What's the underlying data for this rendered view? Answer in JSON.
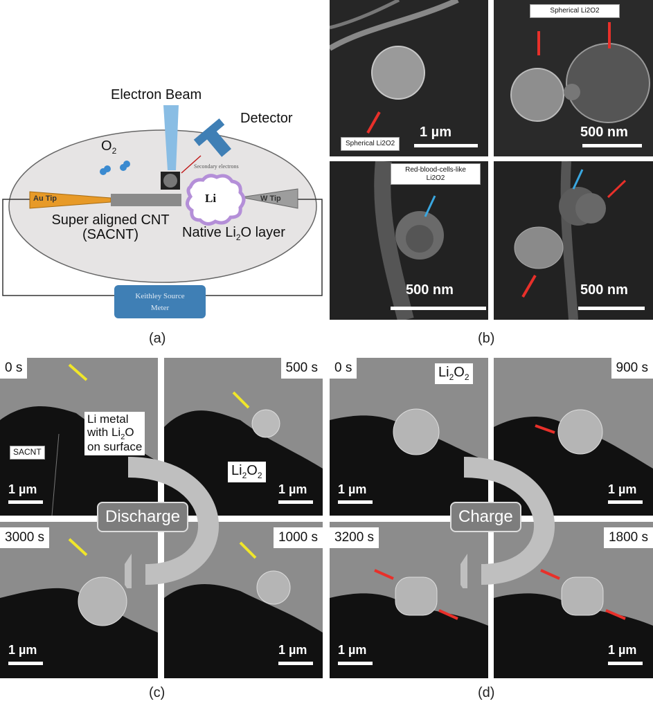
{
  "panel_a": {
    "caption": "(a)",
    "electron_beam": "Electron Beam",
    "detector": "Detector",
    "o2": "O",
    "o2_sub": "2",
    "secondary_electrons": "Secondary electrons",
    "au_tip": "Au Tip",
    "w_tip": "W Tip",
    "li": "Li",
    "sacnt_line1": "Super aligned CNT",
    "sacnt_line2": "(SACNT)",
    "native_pre": "Native Li",
    "native_sub": "2",
    "native_post": "O layer",
    "keithley_line1": "Keithley Source",
    "keithley_line2": "Meter"
  },
  "panel_b": {
    "caption": "(b)",
    "tl_label": "Spherical Li2O2",
    "tl_scale": "1 µm",
    "tr_label": "Spherical Li2O2",
    "tr_scale": "500 nm",
    "bl_label_line1": "Red-blood-cells-like",
    "bl_label_line2": "Li2O2",
    "bl_scale": "500 nm",
    "br_scale": "500 nm"
  },
  "panel_c": {
    "caption": "(c)",
    "t0": "0 s",
    "t1": "500 s",
    "t2": "1000 s",
    "t3": "3000 s",
    "li_metal_1": "Li metal",
    "li_metal_2a": "with Li",
    "li_metal_2sub": "2",
    "li_metal_2b": "O",
    "li_metal_3": "on surface",
    "sacnt": "SACNT",
    "li2o2_pre": "Li",
    "li2o2_sub1": "2",
    "li2o2_mid": "O",
    "li2o2_sub2": "2",
    "scale": "1 µm",
    "process": "Discharge"
  },
  "panel_d": {
    "caption": "(d)",
    "t0": "0 s",
    "t1": "900 s",
    "t2": "1800 s",
    "t3": "3200 s",
    "li2o2_pre": "Li",
    "li2o2_sub1": "2",
    "li2o2_mid": "O",
    "li2o2_sub2": "2",
    "scale": "1 µm",
    "process": "Charge"
  },
  "colors": {
    "red_arrow": "#e8302a",
    "yellow_arrow": "#f0e62a",
    "blue_arrow": "#3aa7e0",
    "device_blue": "#3f7fb5"
  }
}
